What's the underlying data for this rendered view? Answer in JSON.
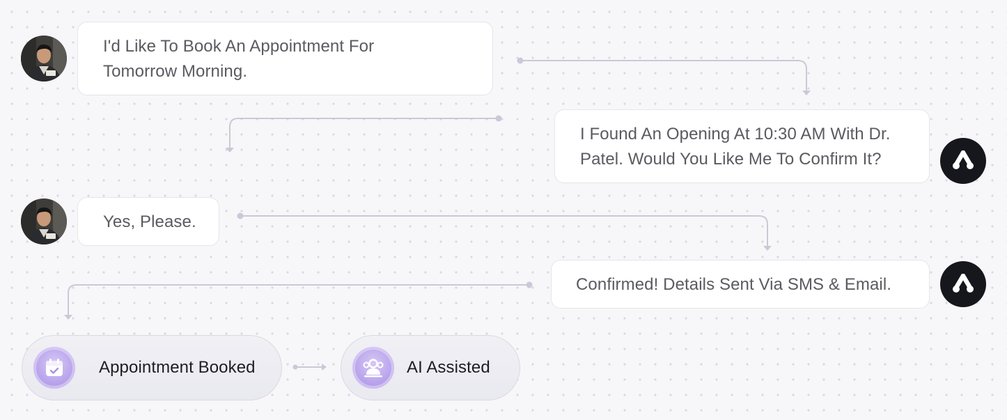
{
  "messages": [
    {
      "sender": "user",
      "text_line1": "I'd Like To Book An Appointment For",
      "text_line2": "Tomorrow Morning."
    },
    {
      "sender": "assistant",
      "text_line1": "I Found An Opening At 10:30 AM With Dr.",
      "text_line2": "Patel. Would You Like Me To Confirm It?"
    },
    {
      "sender": "user",
      "text": "Yes, Please."
    },
    {
      "sender": "assistant",
      "text": "Confirmed! Details Sent Via SMS & Email."
    }
  ],
  "status": {
    "booked_label": "Appointment Booked",
    "booked_icon": "calendar-check-icon",
    "assisted_label": "AI Assisted",
    "assisted_icon": "users-icon"
  },
  "colors": {
    "bot_avatar": "#16161d",
    "connector": "#c9c9d8",
    "pill_icon": "#b8a3eb"
  }
}
